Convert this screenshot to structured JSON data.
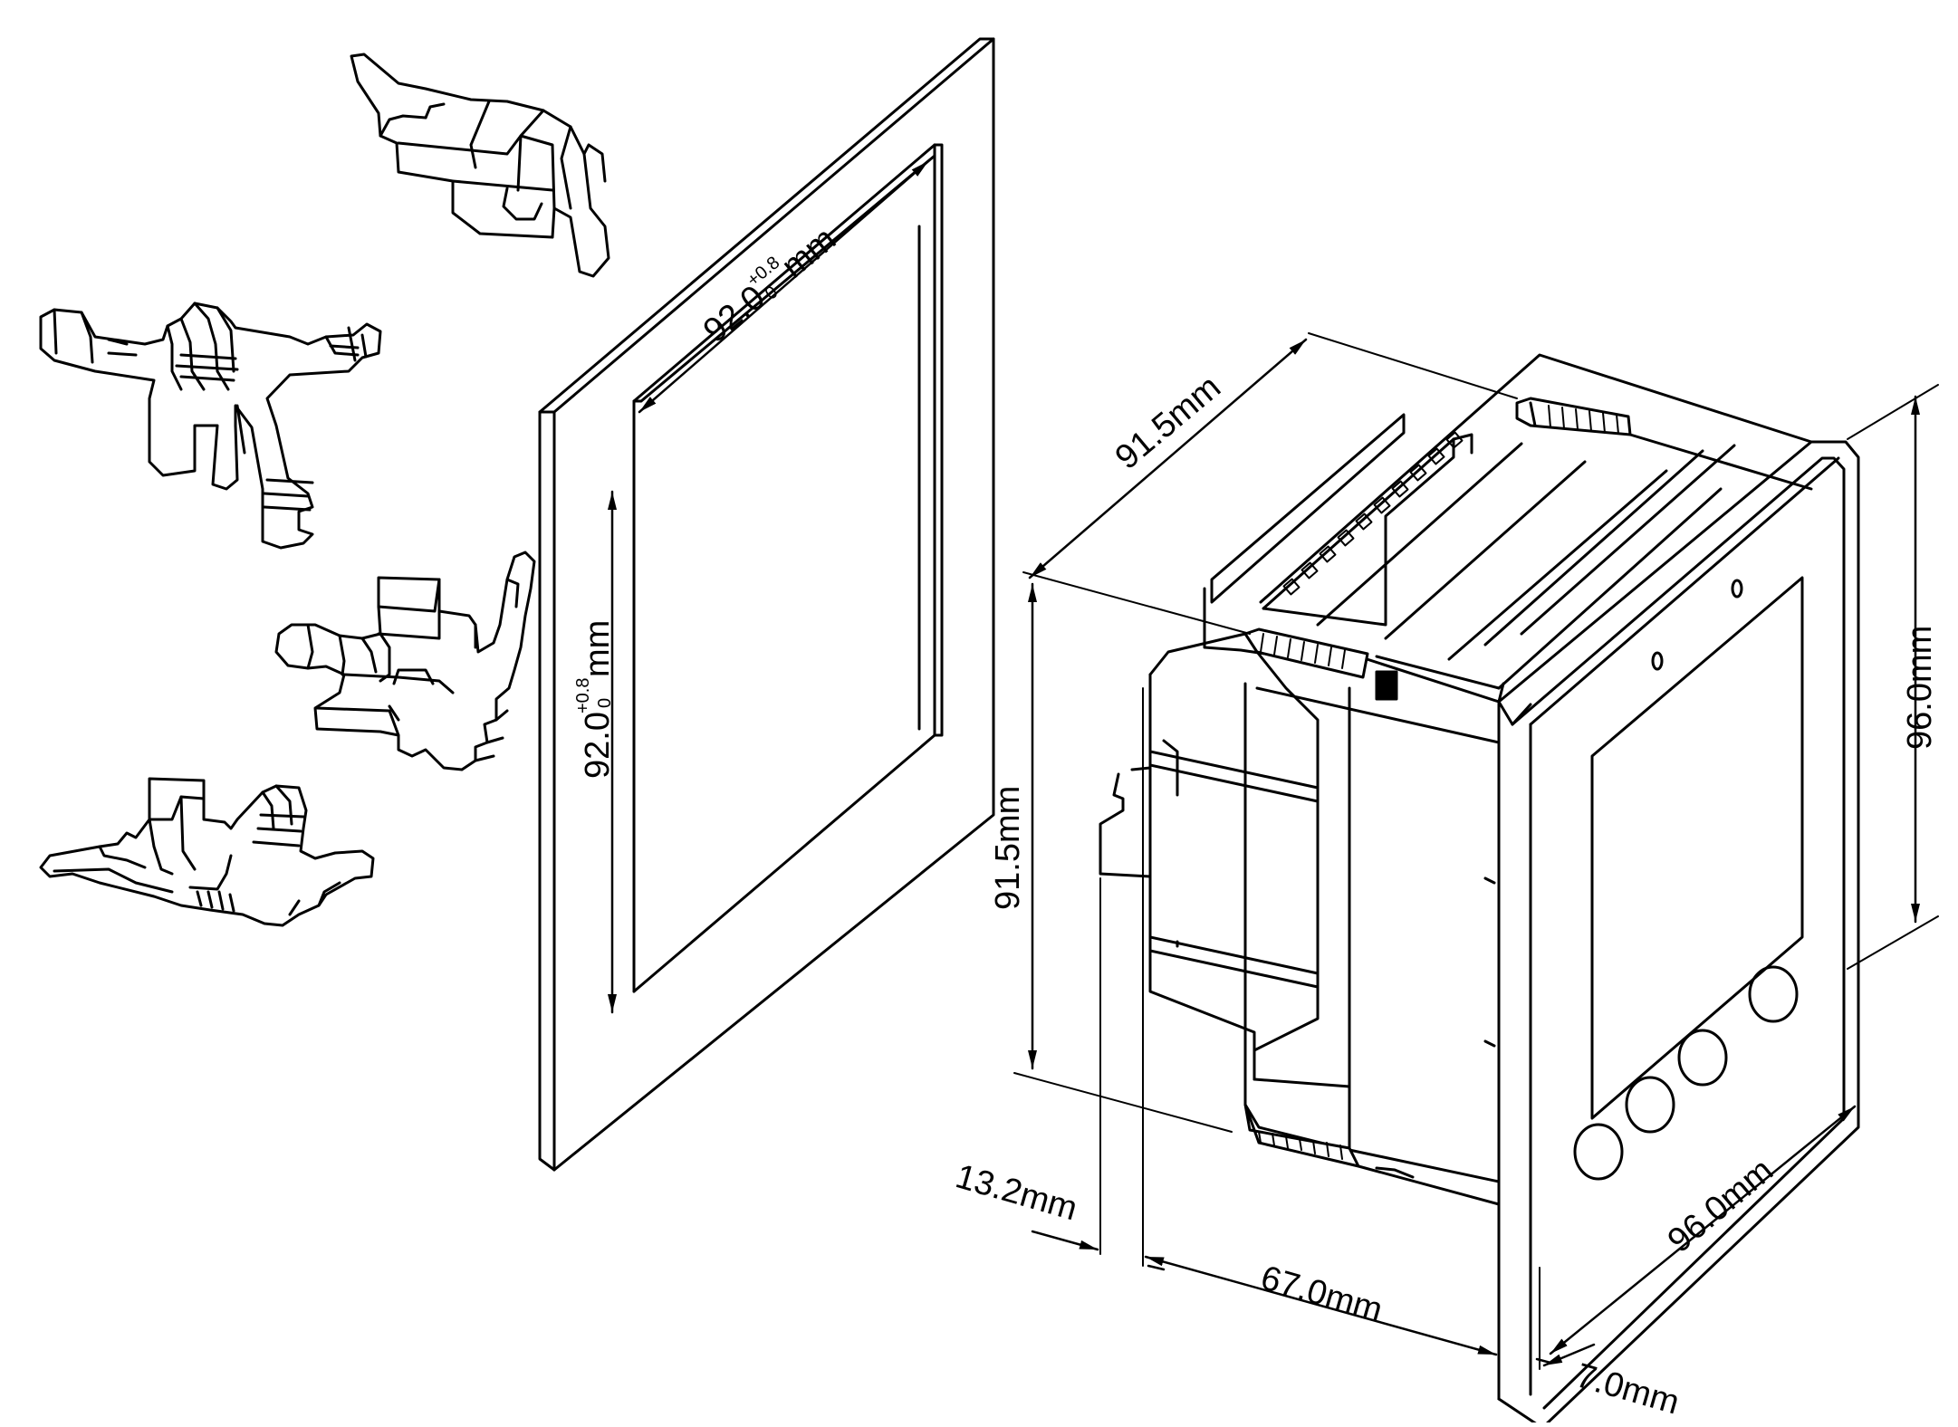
{
  "panel_cutout": {
    "horizontal": {
      "value": "92.0",
      "tol_upper": "+0.8",
      "tol_lower": "0",
      "unit": "mm"
    },
    "vertical": {
      "value": "92.0",
      "tol_upper": "+0.8",
      "tol_lower": "0",
      "unit": "mm"
    }
  },
  "meter_dimensions": {
    "depth_top": "91.5mm",
    "height_back": "91.5mm",
    "height_front": "96.0mm",
    "width_front": "96.0mm",
    "body_depth": "67.0mm",
    "rear_offset": "13.2mm",
    "bezel_depth": "7.0mm"
  },
  "components": {
    "clips": [
      "mounting-clip-1",
      "mounting-clip-2",
      "mounting-clip-3",
      "mounting-clip-4"
    ],
    "panel": "panel-cutout-frame",
    "meter": "panel-meter",
    "front_buttons": 4,
    "terminal_positions": 10
  }
}
